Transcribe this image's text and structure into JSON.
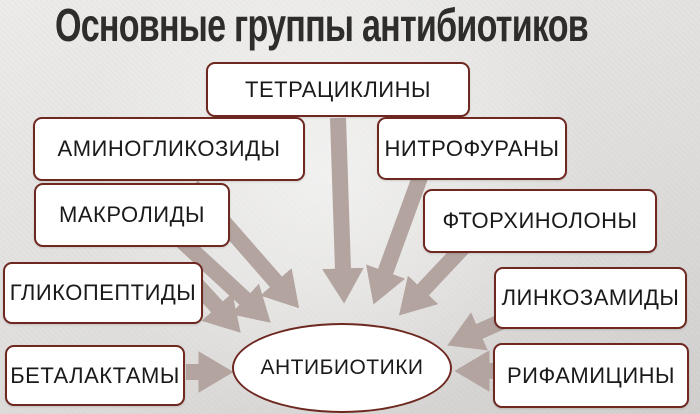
{
  "title": "Основные группы антибиотиков",
  "center": {
    "label": "АНТИБИОТИКИ"
  },
  "groups": [
    {
      "id": "tetracyclines",
      "label": "ТЕТРАЦИКЛИНЫ"
    },
    {
      "id": "aminoglycosides",
      "label": "АМИНОГЛИКОЗИДЫ"
    },
    {
      "id": "nitrofurans",
      "label": "НИТРОФУРАНЫ"
    },
    {
      "id": "macrolides",
      "label": "МАКРОЛИДЫ"
    },
    {
      "id": "fluoroquinolones",
      "label": "ФТОРХИНОЛОНЫ"
    },
    {
      "id": "glycopeptides",
      "label": "ГЛИКОПЕПТИДЫ"
    },
    {
      "id": "lincosamides",
      "label": "ЛИНКОЗАМИДЫ"
    },
    {
      "id": "betalactams",
      "label": "БЕТАЛАКТАМЫ"
    },
    {
      "id": "rifamycins",
      "label": "РИФАМИЦИНЫ"
    }
  ],
  "colors": {
    "box_border": "#6e2820",
    "arrow": "#b3a4a0",
    "title_text": "#2e2d2c",
    "box_text": "#1a1a1a",
    "background": "#e0dfdd",
    "box_fill": "#ffffff"
  }
}
